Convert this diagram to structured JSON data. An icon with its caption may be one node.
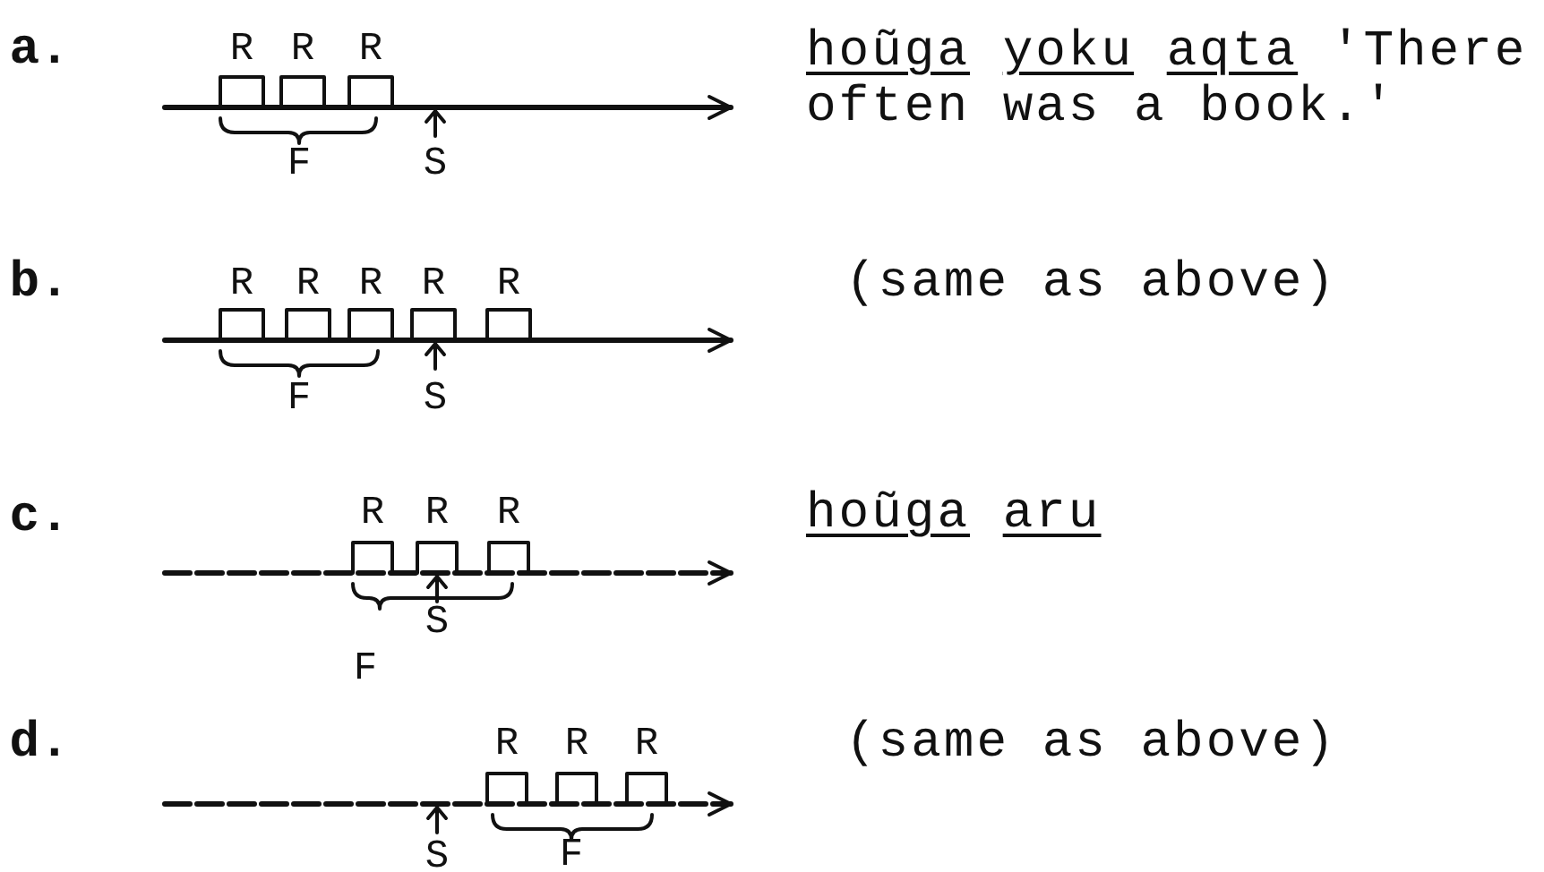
{
  "diagram": {
    "labels": [
      "a.",
      "R",
      "R",
      "R",
      "hoũga",
      "yoku",
      "aqta",
      "'There often was a book.'",
      "F",
      "S",
      "b.",
      "R",
      "R",
      "R",
      "R",
      "R",
      "(same as above)",
      "F",
      "S",
      "c.",
      "R",
      "R",
      "R",
      "hoũga",
      "aru",
      "S",
      "F",
      "d.",
      "R",
      "R",
      "R",
      "(same as above)",
      "S",
      "F"
    ]
  }
}
